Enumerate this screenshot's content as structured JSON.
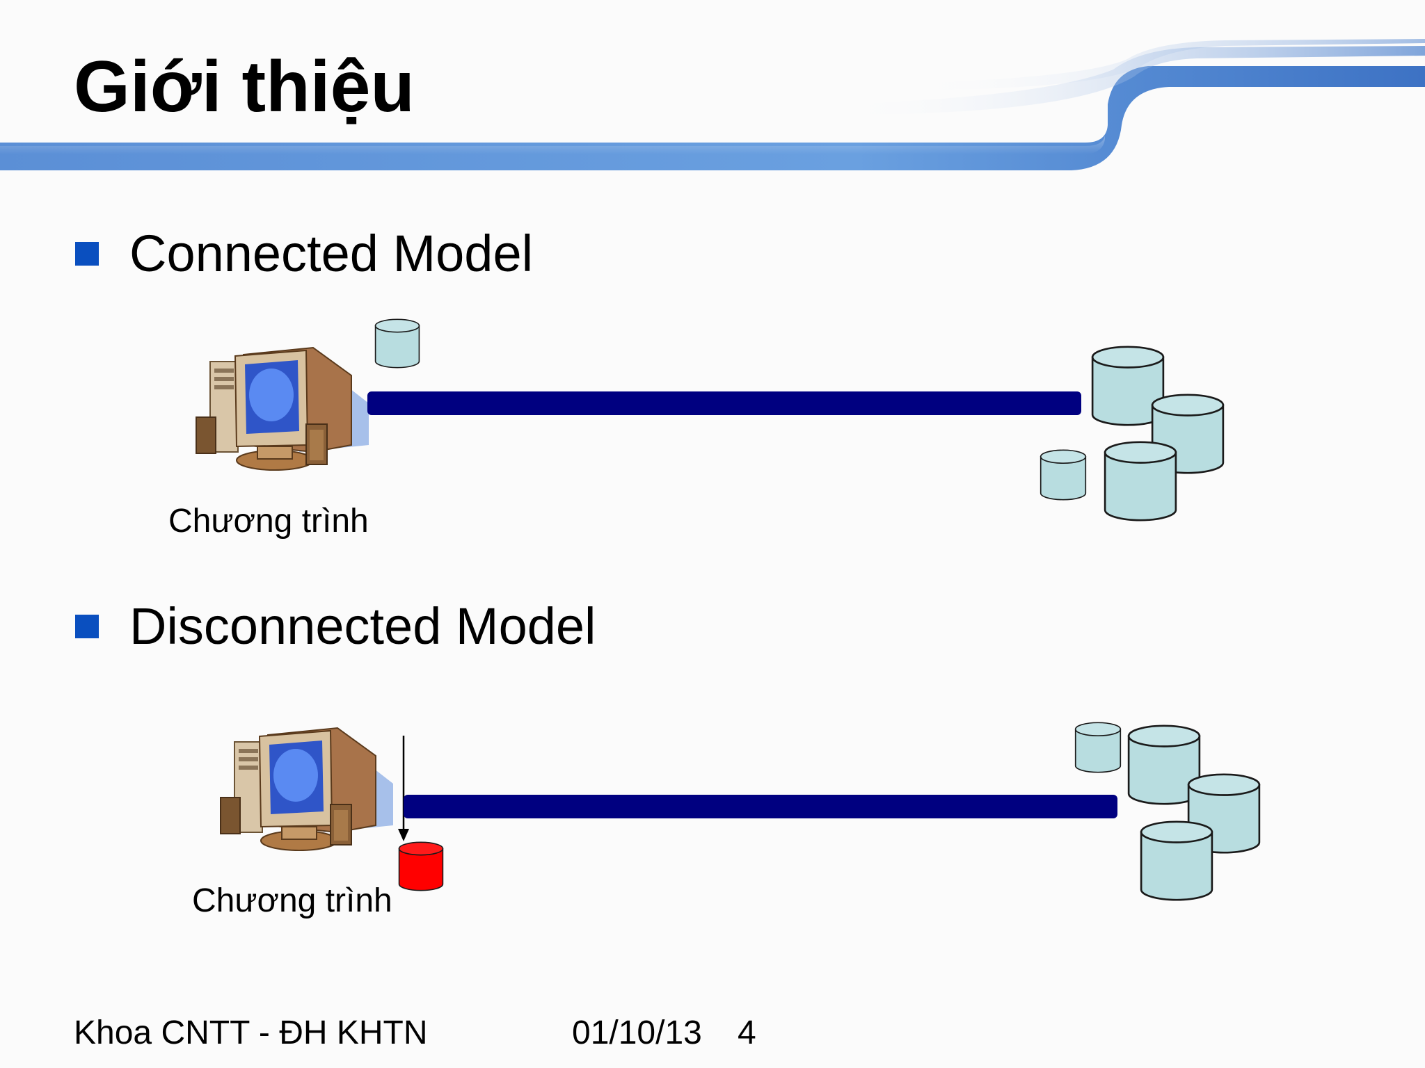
{
  "slide": {
    "title": "Giới thiệu",
    "bullets": [
      {
        "label": "Connected Model"
      },
      {
        "label": "Disconnected Model"
      }
    ],
    "connected_diagram": {
      "caption": "Chương trình"
    },
    "disconnected_diagram": {
      "caption": "Chương trình"
    },
    "footer": {
      "org": "Khoa CNTT - ĐH KHTN",
      "date": "01/10/13",
      "page": "4"
    }
  },
  "colors": {
    "bullet": "#0a4fbf",
    "link_bar": "#000080",
    "database": "#b8dde0",
    "local_cache_disconnected": "#ff0000",
    "header_band": "#5b93d9"
  },
  "icons": {
    "computer": "computer-icon",
    "database": "database-icon"
  }
}
